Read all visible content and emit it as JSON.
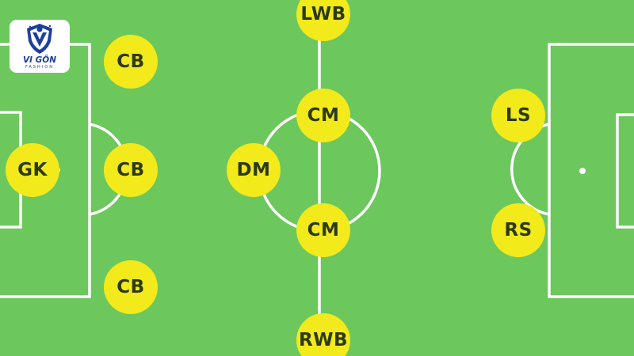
{
  "logo": {
    "name": "VI GÔN",
    "subtitle": "FASHION",
    "brand_color": "#1b3f9c"
  },
  "colors": {
    "pitch": "#6cc75d",
    "lines": "#ffffff",
    "player_fill": "#f2ea1a",
    "player_text": "#2e3a16"
  },
  "players": [
    {
      "id": "gk",
      "label": "GK"
    },
    {
      "id": "cb-top",
      "label": "CB"
    },
    {
      "id": "cb-center",
      "label": "CB"
    },
    {
      "id": "cb-bottom",
      "label": "CB"
    },
    {
      "id": "lwb",
      "label": "LWB"
    },
    {
      "id": "cm-top",
      "label": "CM"
    },
    {
      "id": "dm",
      "label": "DM"
    },
    {
      "id": "cm-bottom",
      "label": "CM"
    },
    {
      "id": "rwb",
      "label": "RWB"
    },
    {
      "id": "ls",
      "label": "LS"
    },
    {
      "id": "rs",
      "label": "RS"
    }
  ]
}
